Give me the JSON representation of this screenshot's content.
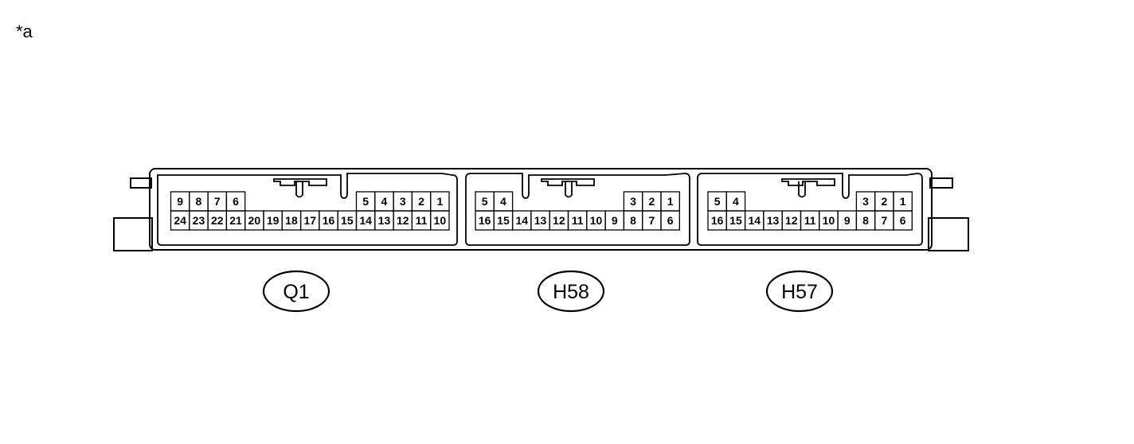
{
  "note": "*a",
  "connectors": [
    {
      "id": "Q1",
      "label": "Q1",
      "top_row": [
        "9",
        "8",
        "7",
        "6",
        "5",
        "4",
        "3",
        "2",
        "1"
      ],
      "bottom_row": [
        "24",
        "23",
        "22",
        "21",
        "20",
        "19",
        "18",
        "17",
        "16",
        "15",
        "14",
        "13",
        "12",
        "11",
        "10"
      ]
    },
    {
      "id": "H58",
      "label": "H58",
      "top_row": [
        "5",
        "4",
        "3",
        "2",
        "1"
      ],
      "bottom_row": [
        "16",
        "15",
        "14",
        "13",
        "12",
        "11",
        "10",
        "9",
        "8",
        "7",
        "6"
      ]
    },
    {
      "id": "H57",
      "label": "H57",
      "top_row": [
        "5",
        "4",
        "3",
        "2",
        "1"
      ],
      "bottom_row": [
        "16",
        "15",
        "14",
        "13",
        "12",
        "11",
        "10",
        "9",
        "8",
        "7",
        "6"
      ]
    }
  ]
}
